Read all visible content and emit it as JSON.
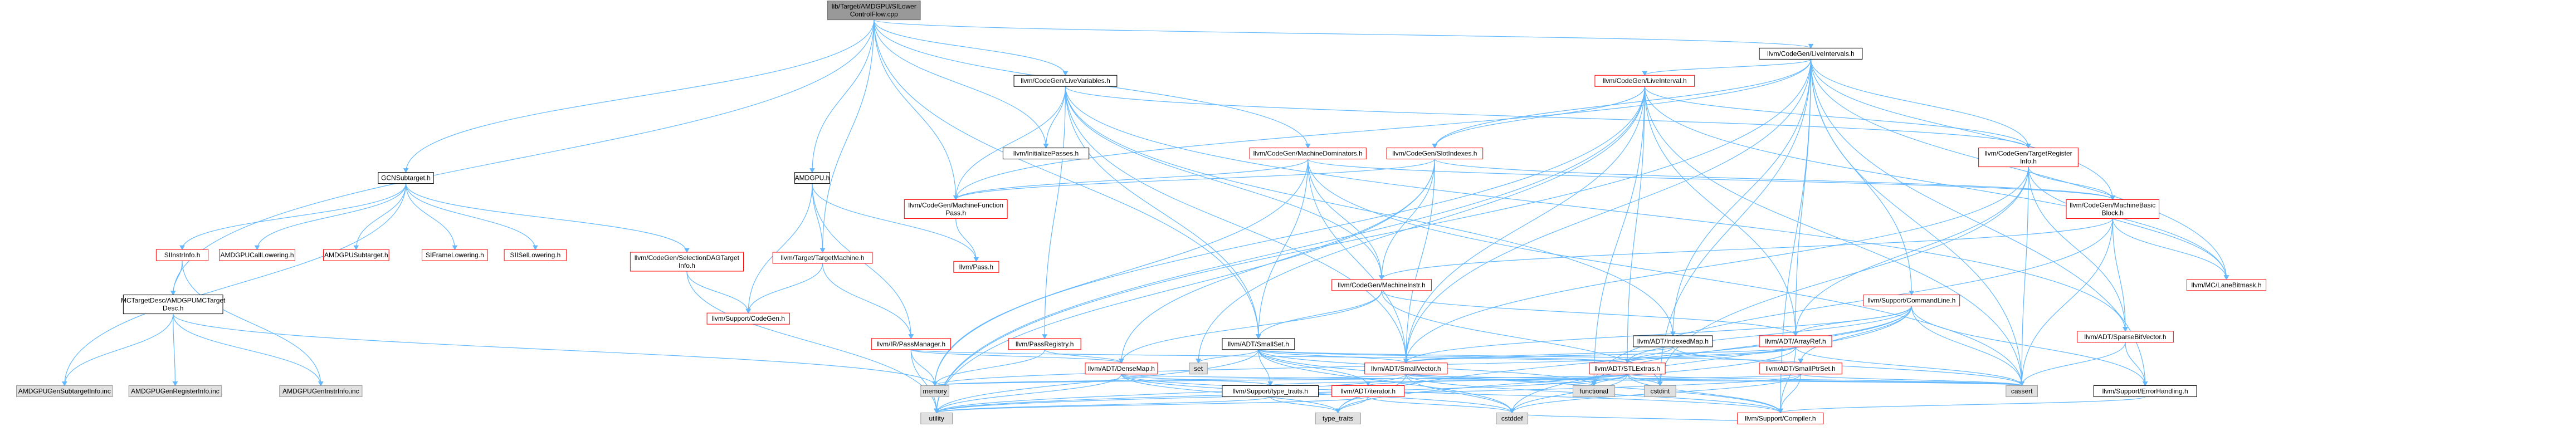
{
  "title": "lib/Target/AMDGPU/SILowerControlFlow.cpp include dependency graph",
  "colors": {
    "root_fill": "#999999",
    "linked_border": "#ff0000",
    "external_fill": "#e0e0e0",
    "external_border": "#999999",
    "edge": "#63b8ff"
  },
  "nodes": [
    {
      "id": "root",
      "lines": [
        "lib/Target/AMDGPU/SILower",
        "ControlFlow.cpp"
      ],
      "kind": "root"
    },
    {
      "id": "gcn",
      "lines": [
        "GCNSubtarget.h"
      ],
      "kind": "plain"
    },
    {
      "id": "amdgpuh",
      "lines": [
        "AMDGPU.h"
      ],
      "kind": "plain"
    },
    {
      "id": "livevar",
      "lines": [
        "llvm/CodeGen/LiveVariables.h"
      ],
      "kind": "plain"
    },
    {
      "id": "liveint",
      "lines": [
        "llvm/CodeGen/LiveIntervals.h"
      ],
      "kind": "plain"
    },
    {
      "id": "liveinterval",
      "lines": [
        "llvm/CodeGen/LiveInterval.h"
      ],
      "kind": "linked"
    },
    {
      "id": "slotindexes",
      "lines": [
        "llvm/CodeGen/SlotIndexes.h"
      ],
      "kind": "linked"
    },
    {
      "id": "machinedom",
      "lines": [
        "llvm/CodeGen/MachineDominators.h"
      ],
      "kind": "linked"
    },
    {
      "id": "tri",
      "lines": [
        "llvm/CodeGen/TargetRegister",
        "Info.h"
      ],
      "kind": "linked"
    },
    {
      "id": "mfpass",
      "lines": [
        "llvm/CodeGen/MachineFunction",
        "Pass.h"
      ],
      "kind": "linked"
    },
    {
      "id": "initpasses",
      "lines": [
        "llvm/InitializePasses.h"
      ],
      "kind": "plain"
    },
    {
      "id": "mbb",
      "lines": [
        "llvm/CodeGen/MachineBasic",
        "Block.h"
      ],
      "kind": "linked"
    },
    {
      "id": "cmdline",
      "lines": [
        "llvm/Support/CommandLine.h"
      ],
      "kind": "linked"
    },
    {
      "id": "siinstr",
      "lines": [
        "SIInstrInfo.h"
      ],
      "kind": "linked"
    },
    {
      "id": "callow",
      "lines": [
        "AMDGPUCallLowering.h"
      ],
      "kind": "linked"
    },
    {
      "id": "amdsub",
      "lines": [
        "AMDGPUSubtarget.h"
      ],
      "kind": "linked"
    },
    {
      "id": "siframe",
      "lines": [
        "SIFrameLowering.h"
      ],
      "kind": "linked"
    },
    {
      "id": "siisel",
      "lines": [
        "SIISelLowering.h"
      ],
      "kind": "linked"
    },
    {
      "id": "seldag",
      "lines": [
        "llvm/CodeGen/SelectionDAGTarget",
        "Info.h"
      ],
      "kind": "linked"
    },
    {
      "id": "targetmachine",
      "lines": [
        "llvm/Target/TargetMachine.h"
      ],
      "kind": "linked"
    },
    {
      "id": "passh",
      "lines": [
        "llvm/Pass.h"
      ],
      "kind": "linked"
    },
    {
      "id": "machineinstr",
      "lines": [
        "llvm/CodeGen/MachineInstr.h"
      ],
      "kind": "linked"
    },
    {
      "id": "lanebitmask",
      "lines": [
        "llvm/MC/LaneBitmask.h"
      ],
      "kind": "linked"
    },
    {
      "id": "sparsebv",
      "lines": [
        "llvm/ADT/SparseBitVector.h"
      ],
      "kind": "linked"
    },
    {
      "id": "mcdesc",
      "lines": [
        "MCTargetDesc/AMDGPUMCTarget",
        "Desc.h"
      ],
      "kind": "plain"
    },
    {
      "id": "codegen",
      "lines": [
        "llvm/Support/CodeGen.h"
      ],
      "kind": "linked"
    },
    {
      "id": "passmanager",
      "lines": [
        "llvm/IR/PassManager.h"
      ],
      "kind": "linked"
    },
    {
      "id": "passregistry",
      "lines": [
        "llvm/PassRegistry.h"
      ],
      "kind": "linked"
    },
    {
      "id": "smallset",
      "lines": [
        "llvm/ADT/SmallSet.h"
      ],
      "kind": "plain"
    },
    {
      "id": "indexedmap",
      "lines": [
        "llvm/ADT/IndexedMap.h"
      ],
      "kind": "plain"
    },
    {
      "id": "arrayref",
      "lines": [
        "llvm/ADT/ArrayRef.h"
      ],
      "kind": "linked"
    },
    {
      "id": "smallptrset",
      "lines": [
        "llvm/ADT/SmallPtrSet.h"
      ],
      "kind": "linked"
    },
    {
      "id": "stlextras",
      "lines": [
        "llvm/ADT/STLExtras.h"
      ],
      "kind": "linked"
    },
    {
      "id": "smallvector",
      "lines": [
        "llvm/ADT/SmallVector.h"
      ],
      "kind": "linked"
    },
    {
      "id": "densemap",
      "lines": [
        "llvm/ADT/DenseMap.h"
      ],
      "kind": "linked"
    },
    {
      "id": "errorhandling",
      "lines": [
        "llvm/Support/ErrorHandling.h"
      ],
      "kind": "plain"
    },
    {
      "id": "typetraitsh",
      "lines": [
        "llvm/Support/type_traits.h"
      ],
      "kind": "plain"
    },
    {
      "id": "iterator",
      "lines": [
        "llvm/ADT/iterator.h"
      ],
      "kind": "linked"
    },
    {
      "id": "compiler",
      "lines": [
        "llvm/Support/Compiler.h"
      ],
      "kind": "linked"
    },
    {
      "id": "gensub",
      "lines": [
        "AMDGPUGenSubtargetInfo.inc"
      ],
      "kind": "external"
    },
    {
      "id": "genreg",
      "lines": [
        "AMDGPUGenRegisterInfo.inc"
      ],
      "kind": "external"
    },
    {
      "id": "geninstr",
      "lines": [
        "AMDGPUGenInstrInfo.inc"
      ],
      "kind": "external"
    },
    {
      "id": "set",
      "lines": [
        "set"
      ],
      "kind": "external"
    },
    {
      "id": "memory",
      "lines": [
        "memory"
      ],
      "kind": "external"
    },
    {
      "id": "functional",
      "lines": [
        "functional"
      ],
      "kind": "external"
    },
    {
      "id": "cstdint",
      "lines": [
        "cstdint"
      ],
      "kind": "external"
    },
    {
      "id": "cassert",
      "lines": [
        "cassert"
      ],
      "kind": "external"
    },
    {
      "id": "utility",
      "lines": [
        "utility"
      ],
      "kind": "external"
    },
    {
      "id": "typetraits",
      "lines": [
        "type_traits"
      ],
      "kind": "external"
    },
    {
      "id": "cstddef",
      "lines": [
        "cstddef"
      ],
      "kind": "external"
    }
  ],
  "edges": [
    [
      "root",
      "gcn"
    ],
    [
      "root",
      "amdgpuh"
    ],
    [
      "root",
      "livevar"
    ],
    [
      "root",
      "liveint"
    ],
    [
      "root",
      "machinedom"
    ],
    [
      "root",
      "mfpass"
    ],
    [
      "root",
      "mcdesc"
    ],
    [
      "root",
      "targetmachine"
    ],
    [
      "root",
      "smallset"
    ],
    [
      "root",
      "initpasses"
    ],
    [
      "gcn",
      "siinstr"
    ],
    [
      "gcn",
      "callow"
    ],
    [
      "gcn",
      "amdsub"
    ],
    [
      "gcn",
      "siframe"
    ],
    [
      "gcn",
      "siisel"
    ],
    [
      "gcn",
      "seldag"
    ],
    [
      "gcn",
      "gensub"
    ],
    [
      "siinstr",
      "mcdesc"
    ],
    [
      "siinstr",
      "geninstr"
    ],
    [
      "mcdesc",
      "gensub"
    ],
    [
      "mcdesc",
      "genreg"
    ],
    [
      "mcdesc",
      "geninstr"
    ],
    [
      "mcdesc",
      "memory"
    ],
    [
      "seldag",
      "codegen"
    ],
    [
      "seldag",
      "utility"
    ],
    [
      "amdgpuh",
      "targetmachine"
    ],
    [
      "amdgpuh",
      "passmanager"
    ],
    [
      "amdgpuh",
      "passh"
    ],
    [
      "amdgpuh",
      "codegen"
    ],
    [
      "targetmachine",
      "codegen"
    ],
    [
      "targetmachine",
      "passmanager"
    ],
    [
      "livevar",
      "initpasses"
    ],
    [
      "livevar",
      "mfpass"
    ],
    [
      "livevar",
      "passregistry"
    ],
    [
      "livevar",
      "indexedmap"
    ],
    [
      "livevar",
      "smallset"
    ],
    [
      "livevar",
      "smallvector"
    ],
    [
      "livevar",
      "sparsebv"
    ],
    [
      "livevar",
      "tri"
    ],
    [
      "livevar",
      "machineinstr"
    ],
    [
      "liveint",
      "liveinterval"
    ],
    [
      "liveint",
      "slotindexes"
    ],
    [
      "liveint",
      "tri"
    ],
    [
      "liveint",
      "mfpass"
    ],
    [
      "liveint",
      "mbb"
    ],
    [
      "liveint",
      "lanebitmask"
    ],
    [
      "liveint",
      "cmdline"
    ],
    [
      "liveint",
      "arrayref"
    ],
    [
      "liveint",
      "indexedmap"
    ],
    [
      "liveint",
      "smallvector"
    ],
    [
      "liveint",
      "compiler"
    ],
    [
      "liveint",
      "errorhandling"
    ],
    [
      "liveint",
      "cassert"
    ],
    [
      "liveint",
      "cstdint"
    ],
    [
      "liveint",
      "utility"
    ],
    [
      "liveinterval",
      "slotindexes"
    ],
    [
      "liveinterval",
      "tri"
    ],
    [
      "liveinterval",
      "arrayref"
    ],
    [
      "liveinterval",
      "stlextras"
    ],
    [
      "liveinterval",
      "smallvector"
    ],
    [
      "liveinterval",
      "lanebitmask"
    ],
    [
      "liveinterval",
      "memory"
    ],
    [
      "liveinterval",
      "set"
    ],
    [
      "liveinterval",
      "functional"
    ],
    [
      "liveinterval",
      "cassert"
    ],
    [
      "liveinterval",
      "utility"
    ],
    [
      "slotindexes",
      "mfpass"
    ],
    [
      "slotindexes",
      "machineinstr"
    ],
    [
      "slotindexes",
      "mbb"
    ],
    [
      "slotindexes",
      "smallvector"
    ],
    [
      "slotindexes",
      "densemap"
    ],
    [
      "slotindexes",
      "utility"
    ],
    [
      "machinedom",
      "mfpass"
    ],
    [
      "machinedom",
      "mbb"
    ],
    [
      "machinedom",
      "machineinstr"
    ],
    [
      "machinedom",
      "smallset"
    ],
    [
      "machinedom",
      "smallvector"
    ],
    [
      "machinedom",
      "cassert"
    ],
    [
      "machinedom",
      "memory"
    ],
    [
      "tri",
      "mbb"
    ],
    [
      "tri",
      "lanebitmask"
    ],
    [
      "tri",
      "arrayref"
    ],
    [
      "tri",
      "sparsebv"
    ],
    [
      "tri",
      "smallvector"
    ],
    [
      "tri",
      "cassert"
    ],
    [
      "tri",
      "cstdint"
    ],
    [
      "mfpass",
      "passh"
    ],
    [
      "mbb",
      "machineinstr"
    ],
    [
      "mbb",
      "lanebitmask"
    ],
    [
      "mbb",
      "sparsebv"
    ],
    [
      "mbb",
      "functional"
    ],
    [
      "mbb",
      "cassert"
    ],
    [
      "cmdline",
      "arrayref"
    ],
    [
      "cmdline",
      "smallptrset"
    ],
    [
      "cmdline",
      "stlextras"
    ],
    [
      "cmdline",
      "smallvector"
    ],
    [
      "cmdline",
      "errorhandling"
    ],
    [
      "cmdline",
      "functional"
    ],
    [
      "cmdline",
      "cassert"
    ],
    [
      "cmdline",
      "cstddef"
    ],
    [
      "cmdline",
      "typetraits"
    ],
    [
      "passmanager",
      "densemap"
    ],
    [
      "passmanager",
      "stlextras"
    ],
    [
      "passmanager",
      "memory"
    ],
    [
      "passmanager",
      "utility"
    ],
    [
      "passregistry",
      "densemap"
    ],
    [
      "passregistry",
      "memory"
    ],
    [
      "machineinstr",
      "smallset"
    ],
    [
      "machineinstr",
      "arrayref"
    ],
    [
      "machineinstr",
      "densemap"
    ],
    [
      "machineinstr",
      "cstdint"
    ],
    [
      "smallset",
      "smallptrset"
    ],
    [
      "smallset",
      "smallvector"
    ],
    [
      "smallset",
      "stlextras"
    ],
    [
      "smallset",
      "iterator"
    ],
    [
      "smallset",
      "typetraitsh"
    ],
    [
      "smallset",
      "compiler"
    ],
    [
      "smallset",
      "set"
    ],
    [
      "smallset",
      "cstddef"
    ],
    [
      "smallset",
      "functional"
    ],
    [
      "smallset",
      "utility"
    ],
    [
      "indexedmap",
      "stlextras"
    ],
    [
      "indexedmap",
      "smallvector"
    ],
    [
      "indexedmap",
      "cassert"
    ],
    [
      "arrayref",
      "smallvector"
    ],
    [
      "arrayref",
      "stlextras"
    ],
    [
      "arrayref",
      "compiler"
    ],
    [
      "arrayref",
      "memory"
    ],
    [
      "arrayref",
      "cassert"
    ],
    [
      "arrayref",
      "typetraits"
    ],
    [
      "sparsebv",
      "errorhandling"
    ],
    [
      "sparsebv",
      "cassert"
    ],
    [
      "smallptrset",
      "compiler"
    ],
    [
      "smallptrset",
      "typetraitsh"
    ],
    [
      "smallptrset",
      "cassert"
    ],
    [
      "smallptrset",
      "cstddef"
    ],
    [
      "smallptrset",
      "utility"
    ],
    [
      "stlextras",
      "iterator"
    ],
    [
      "stlextras",
      "compiler"
    ],
    [
      "stlextras",
      "functional"
    ],
    [
      "stlextras",
      "cassert"
    ],
    [
      "stlextras",
      "cstdint"
    ],
    [
      "stlextras",
      "cstddef"
    ],
    [
      "stlextras",
      "utility"
    ],
    [
      "stlextras",
      "memory"
    ],
    [
      "smallvector",
      "compiler"
    ],
    [
      "smallvector",
      "memory"
    ],
    [
      "smallvector",
      "cassert"
    ],
    [
      "smallvector",
      "cstddef"
    ],
    [
      "smallvector",
      "functional"
    ],
    [
      "smallvector",
      "typetraits"
    ],
    [
      "smallvector",
      "utility"
    ],
    [
      "densemap",
      "compiler"
    ],
    [
      "densemap",
      "typetraitsh"
    ],
    [
      "densemap",
      "cassert"
    ],
    [
      "densemap",
      "cstddef"
    ],
    [
      "densemap",
      "utility"
    ],
    [
      "densemap",
      "typetraits"
    ],
    [
      "errorhandling",
      "compiler"
    ],
    [
      "typetraitsh",
      "utility"
    ],
    [
      "typetraitsh",
      "typetraits"
    ],
    [
      "iterator",
      "typetraits"
    ],
    [
      "iterator",
      "cstddef"
    ],
    [
      "iterator",
      "utility"
    ],
    [
      "compiler",
      "cstddef"
    ]
  ]
}
